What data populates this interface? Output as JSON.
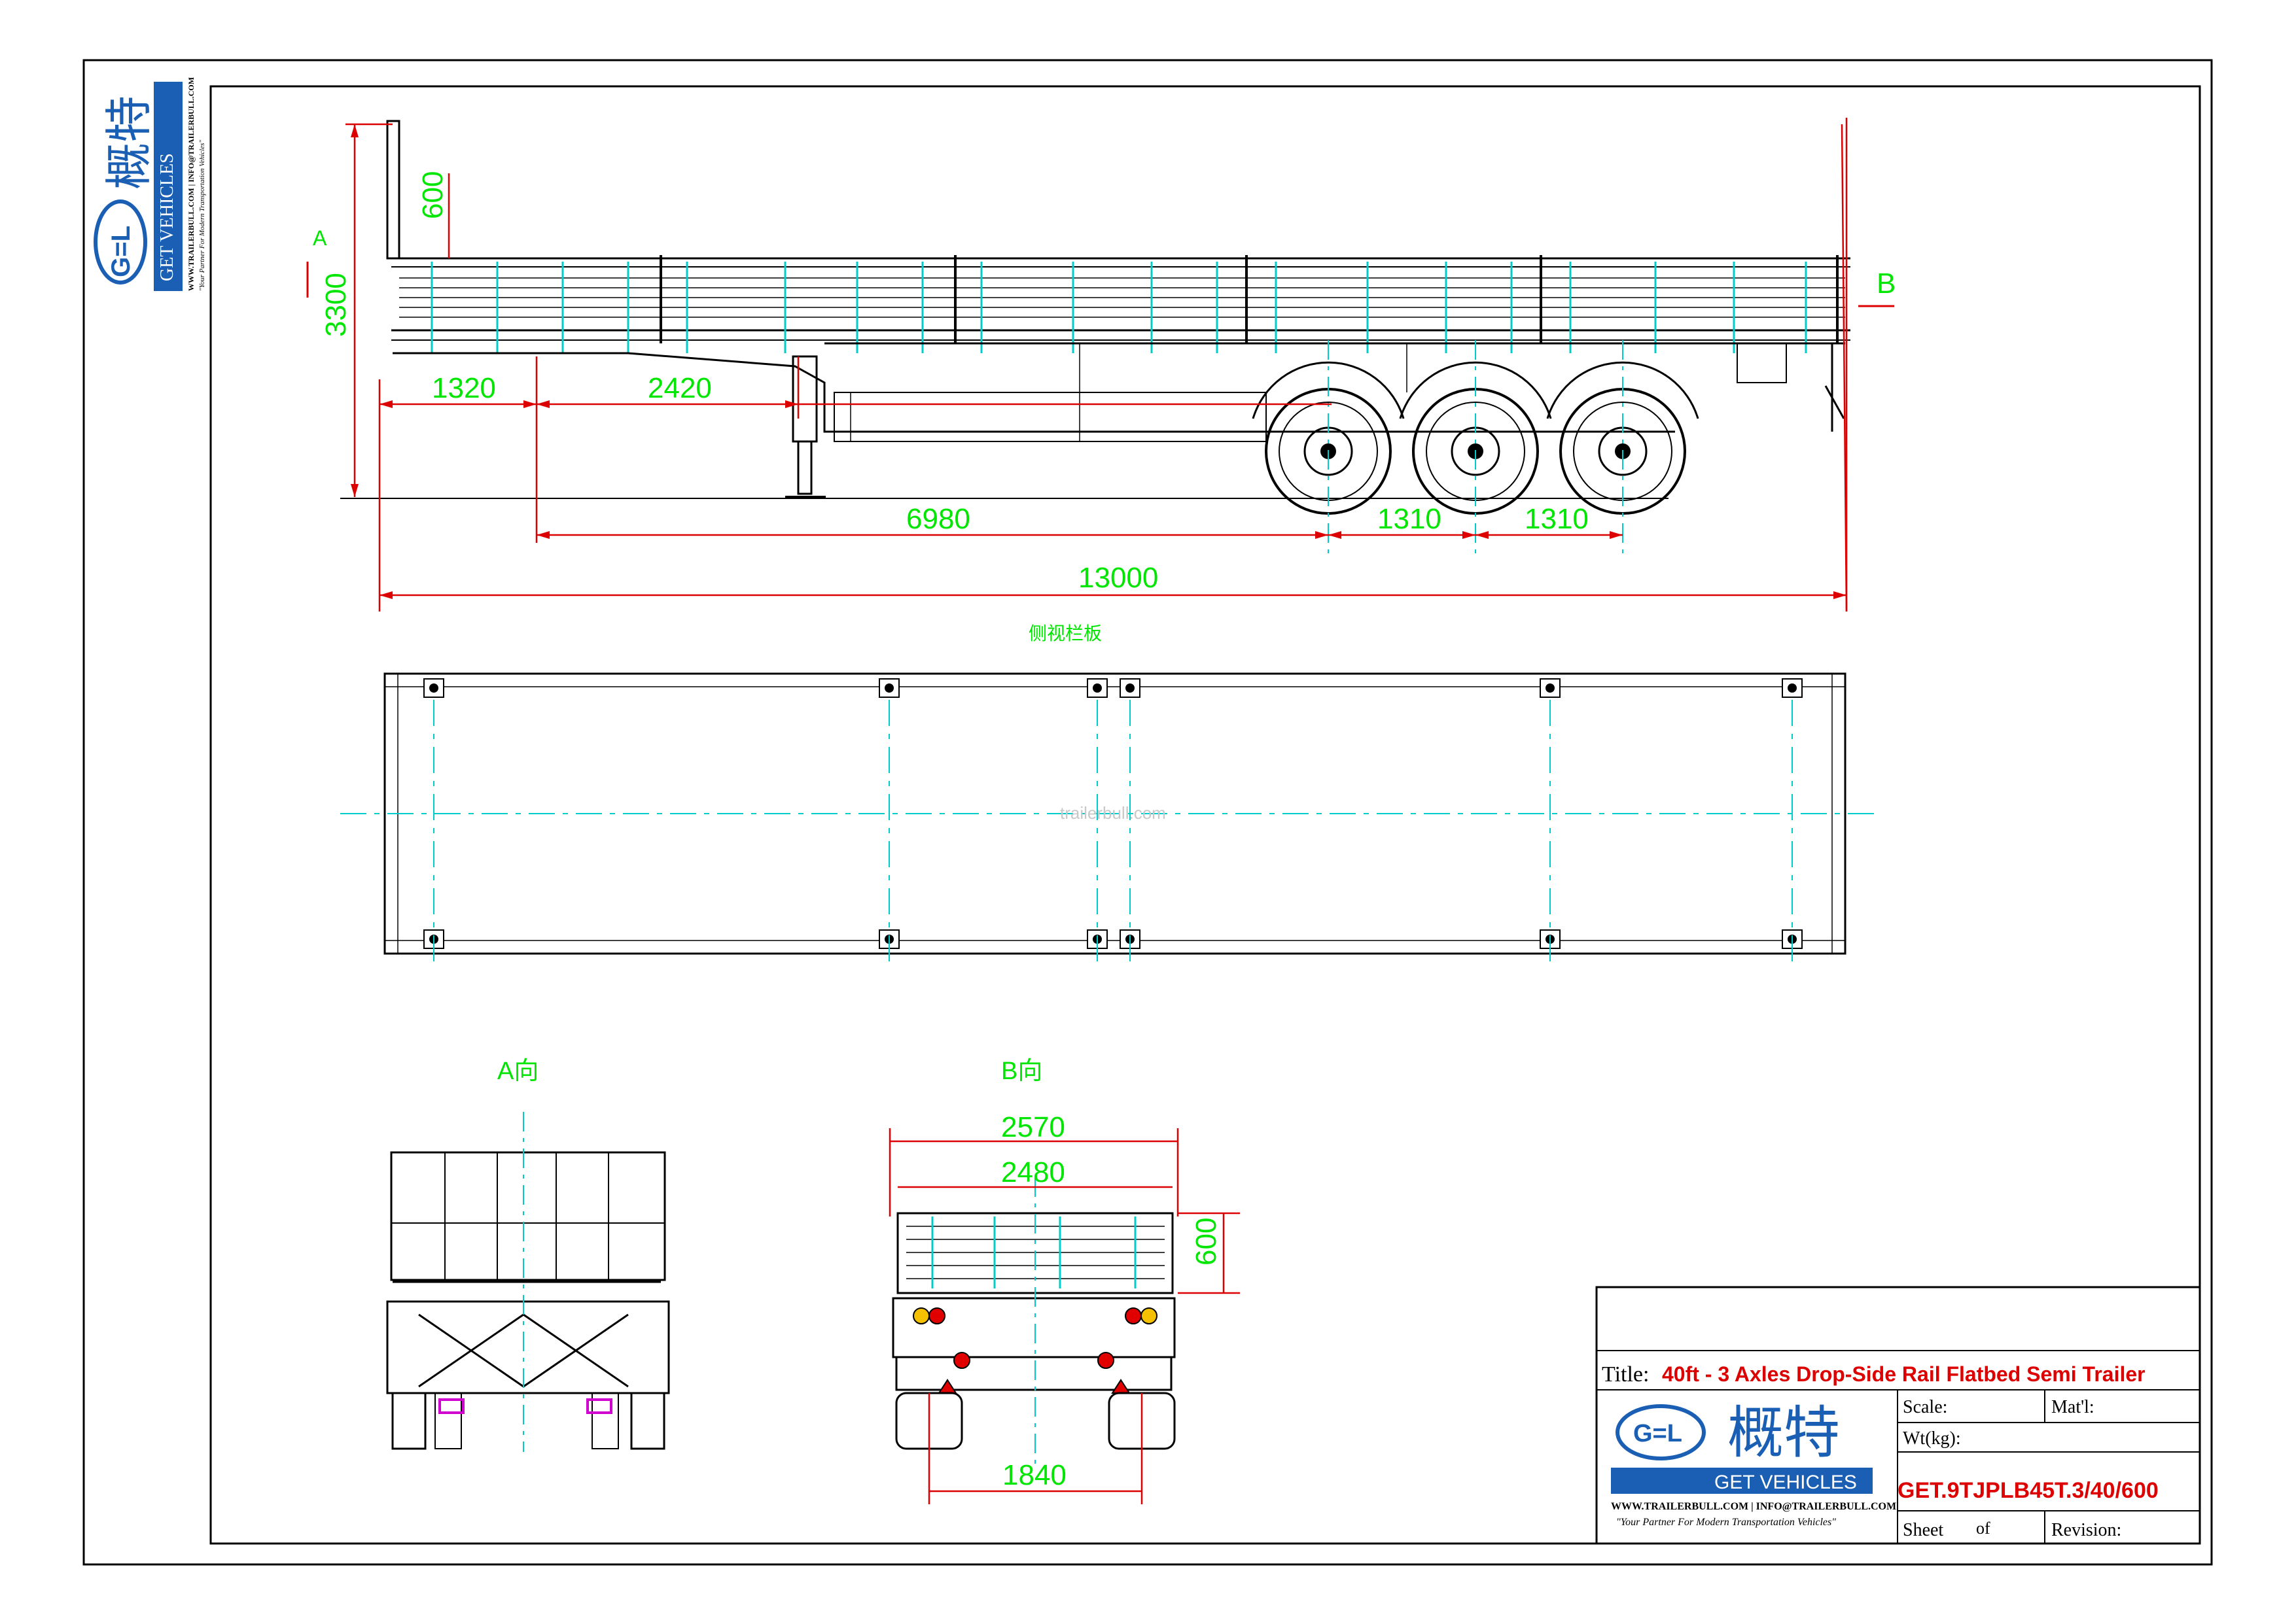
{
  "brand": {
    "logo_text": "G=L",
    "name_cn": "概特",
    "name_en": "GET VEHICLES",
    "contact": "WWW.TRAILERBULL.COM  |  INFO@TRAILERBULL.COM",
    "slogan": "\"Your Partner For Modern Transportation Vehicles\""
  },
  "watermark": "trailerbull.com",
  "dimensions": {
    "side": {
      "overall_height": "3300",
      "rail_height": "600",
      "front_to_kingpin": "1320",
      "kingpin_to_landing_gear": "2420",
      "kingpin_to_axle1": "6980",
      "axle_spacing_1": "1310",
      "axle_spacing_2": "1310",
      "overall_length": "13000",
      "marker_a": "A",
      "marker_b": "B"
    },
    "top": {
      "label": "侧视栏板"
    },
    "view_a": {
      "label": "A向"
    },
    "view_b": {
      "label": "B向",
      "outer_width": "2570",
      "inner_width": "2480",
      "rail_height": "600",
      "track": "1840"
    }
  },
  "title_block": {
    "title_label": "Title:",
    "title_value": "40ft - 3 Axles Drop-Side Rail Flatbed Semi Trailer",
    "scale_label": "Scale:",
    "material_label": "Mat'l:",
    "weight_label": "Wt(kg):",
    "drawing_number": "GET.9TJPLB45T.3/40/600",
    "sheet_label": "Sheet",
    "of_label": "of",
    "revision_label": "Revision:"
  },
  "colors": {
    "dimension": "#00e600",
    "centerline": "#00cccc",
    "brand_blue": "#1a5fb4",
    "drawing_number": "#dd0000",
    "title_red": "#dd0000"
  }
}
